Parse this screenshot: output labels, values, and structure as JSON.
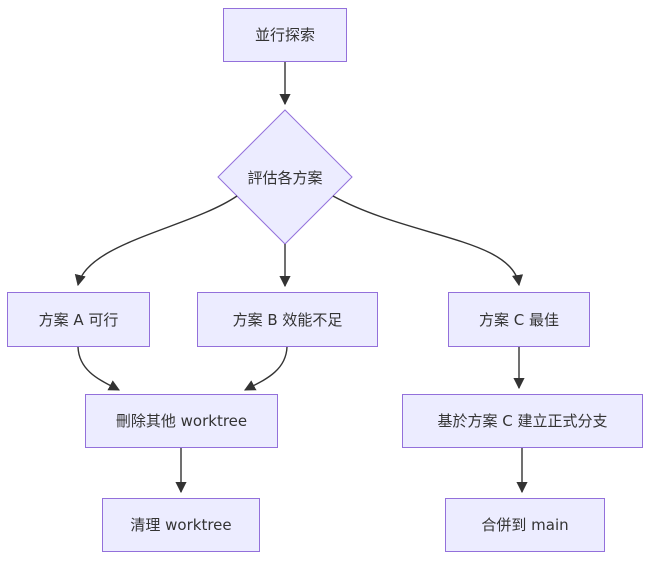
{
  "diagram": {
    "type": "flowchart",
    "direction": "top-down",
    "style": {
      "node_fill": "#ECECFF",
      "node_border": "#9370DB",
      "edge_color": "#333333",
      "text_color": "#333333",
      "background": "#ffffff"
    },
    "nodes": [
      {
        "id": "start",
        "shape": "rect",
        "label": "並行探索"
      },
      {
        "id": "evaluate",
        "shape": "diamond",
        "label": "評估各方案"
      },
      {
        "id": "optionA",
        "shape": "rect",
        "label": "方案 A 可行"
      },
      {
        "id": "optionB",
        "shape": "rect",
        "label": "方案 B 效能不足"
      },
      {
        "id": "optionC",
        "shape": "rect",
        "label": "方案 C 最佳"
      },
      {
        "id": "removeOthers",
        "shape": "rect",
        "label": "刪除其他 worktree"
      },
      {
        "id": "createBranch",
        "shape": "rect",
        "label": "基於方案 C 建立正式分支"
      },
      {
        "id": "cleanup",
        "shape": "rect",
        "label": "清理 worktree"
      },
      {
        "id": "merge",
        "shape": "rect",
        "label": "合併到 main"
      }
    ],
    "edges": [
      {
        "from": "start",
        "to": "evaluate"
      },
      {
        "from": "evaluate",
        "to": "optionA"
      },
      {
        "from": "evaluate",
        "to": "optionB"
      },
      {
        "from": "evaluate",
        "to": "optionC"
      },
      {
        "from": "optionA",
        "to": "removeOthers"
      },
      {
        "from": "optionB",
        "to": "removeOthers"
      },
      {
        "from": "removeOthers",
        "to": "cleanup"
      },
      {
        "from": "optionC",
        "to": "createBranch"
      },
      {
        "from": "createBranch",
        "to": "merge"
      }
    ]
  }
}
